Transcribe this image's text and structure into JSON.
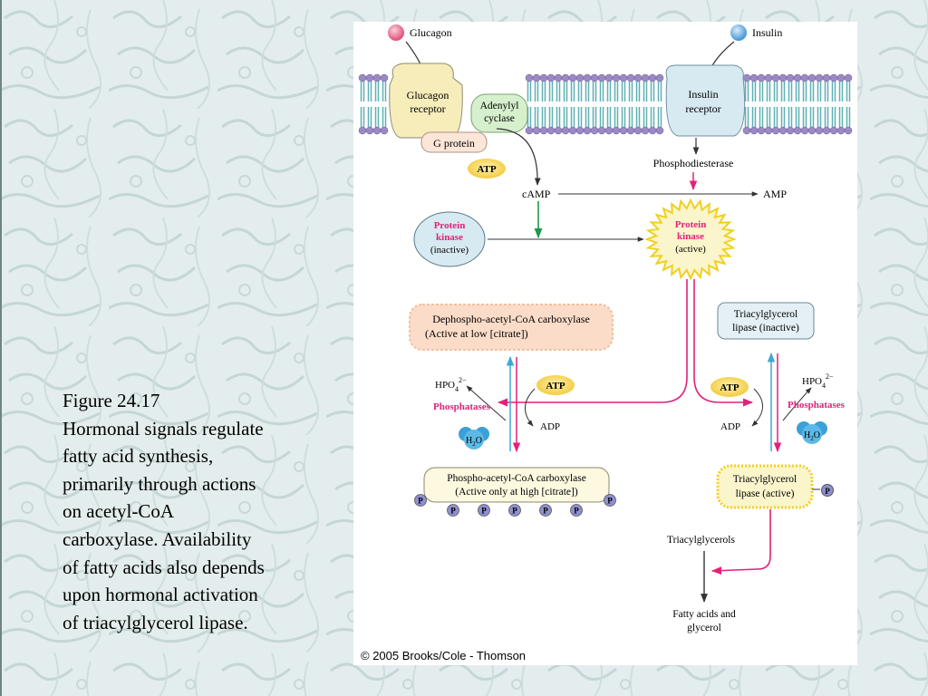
{
  "caption": {
    "lines": [
      "Figure 24.17",
      "Hormonal signals regulate",
      "fatty acid synthesis,",
      "primarily through actions",
      "on acetyl-CoA",
      "carboxylase. Availability",
      "of fatty acids also depends",
      "upon hormonal activation",
      "of triacylglycerol lipase."
    ]
  },
  "diagram": {
    "glucagon": "Glucagon",
    "insulin": "Insulin",
    "glucagon_receptor": [
      "Glucagon",
      "receptor"
    ],
    "adenylyl_cyclase": [
      "Adenylyl",
      "cyclase"
    ],
    "g_protein": "G protein",
    "insulin_receptor": [
      "Insulin",
      "receptor"
    ],
    "phosphodiesterase": "Phosphodiesterase",
    "atp": "ATP",
    "camp": "cAMP",
    "amp": "AMP",
    "pk_inactive": [
      "Protein",
      "kinase",
      "(inactive)"
    ],
    "pk_active": [
      "Protein",
      "kinase",
      "(active)"
    ],
    "dephospho_acc": [
      "Dephospho-acetyl-CoA carboxylase",
      "(Active at low [citrate])"
    ],
    "tg_lipase_inactive": [
      "Triacylglycerol",
      "lipase (inactive)"
    ],
    "hpo4": "HPO",
    "hpo4_sub": "4",
    "hpo4_sup": "2−",
    "phosphatases": "Phosphatases",
    "h2o": "H",
    "h2o_sub": "2",
    "h2o_o": "O",
    "adp": "ADP",
    "phospho_acc": [
      "Phospho-acetyl-CoA carboxylase",
      "(Active only at high [citrate])"
    ],
    "p": "P",
    "tg_lipase_active": [
      "Triacylglycerol",
      "lipase (active)"
    ],
    "triacylglycerols": "Triacylglycerols",
    "fatty_acids": [
      "Fatty acids and",
      "glycerol"
    ]
  },
  "colors": {
    "magenta": "#e2217a",
    "green": "#1a9a4a",
    "cyan": "#3aa8d8",
    "atp_fill": "#f7d64a",
    "membrane_teal": "#5fb0b5",
    "head_purple": "#9a8ac4",
    "p_circle": "#8f8fd0"
  },
  "copyright": "© 2005 Brooks/Cole - Thomson"
}
